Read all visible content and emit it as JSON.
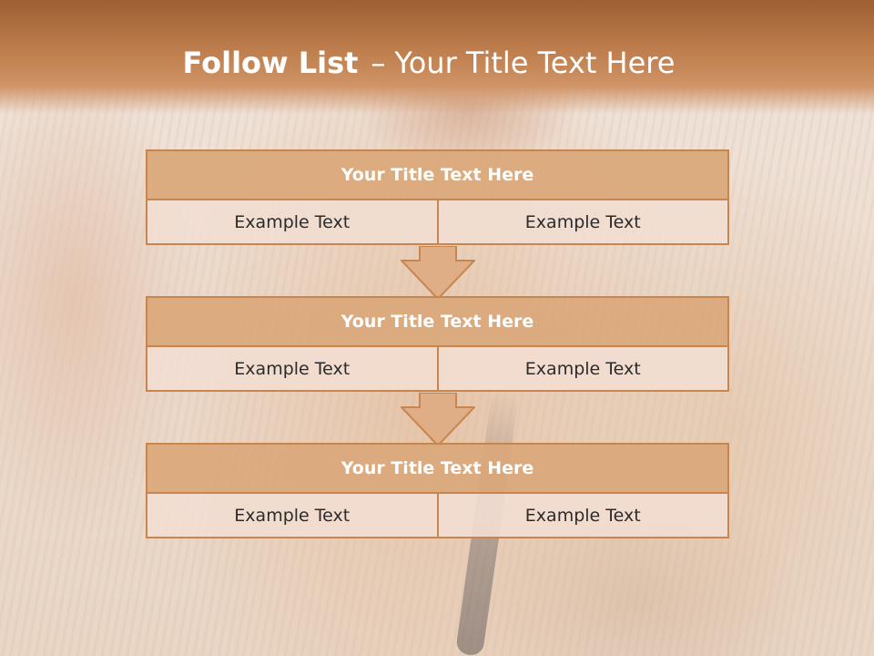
{
  "slide": {
    "title_bold": "Follow List",
    "title_dash": "–",
    "title_rest": "Your Title Text Here"
  },
  "blocks": [
    {
      "title": "Your Title Text Here",
      "left": "Example Text",
      "right": "Example Text"
    },
    {
      "title": "Your Title Text Here",
      "left": "Example Text",
      "right": "Example Text"
    },
    {
      "title": "Your Title Text Here",
      "left": "Example Text",
      "right": "Example Text"
    }
  ],
  "colors": {
    "header": "#bf7e4d",
    "block_head": "#daa77a",
    "block_border": "#c7864f",
    "block_row": "#f2ded2",
    "arrow_fill": "#dfae87"
  }
}
